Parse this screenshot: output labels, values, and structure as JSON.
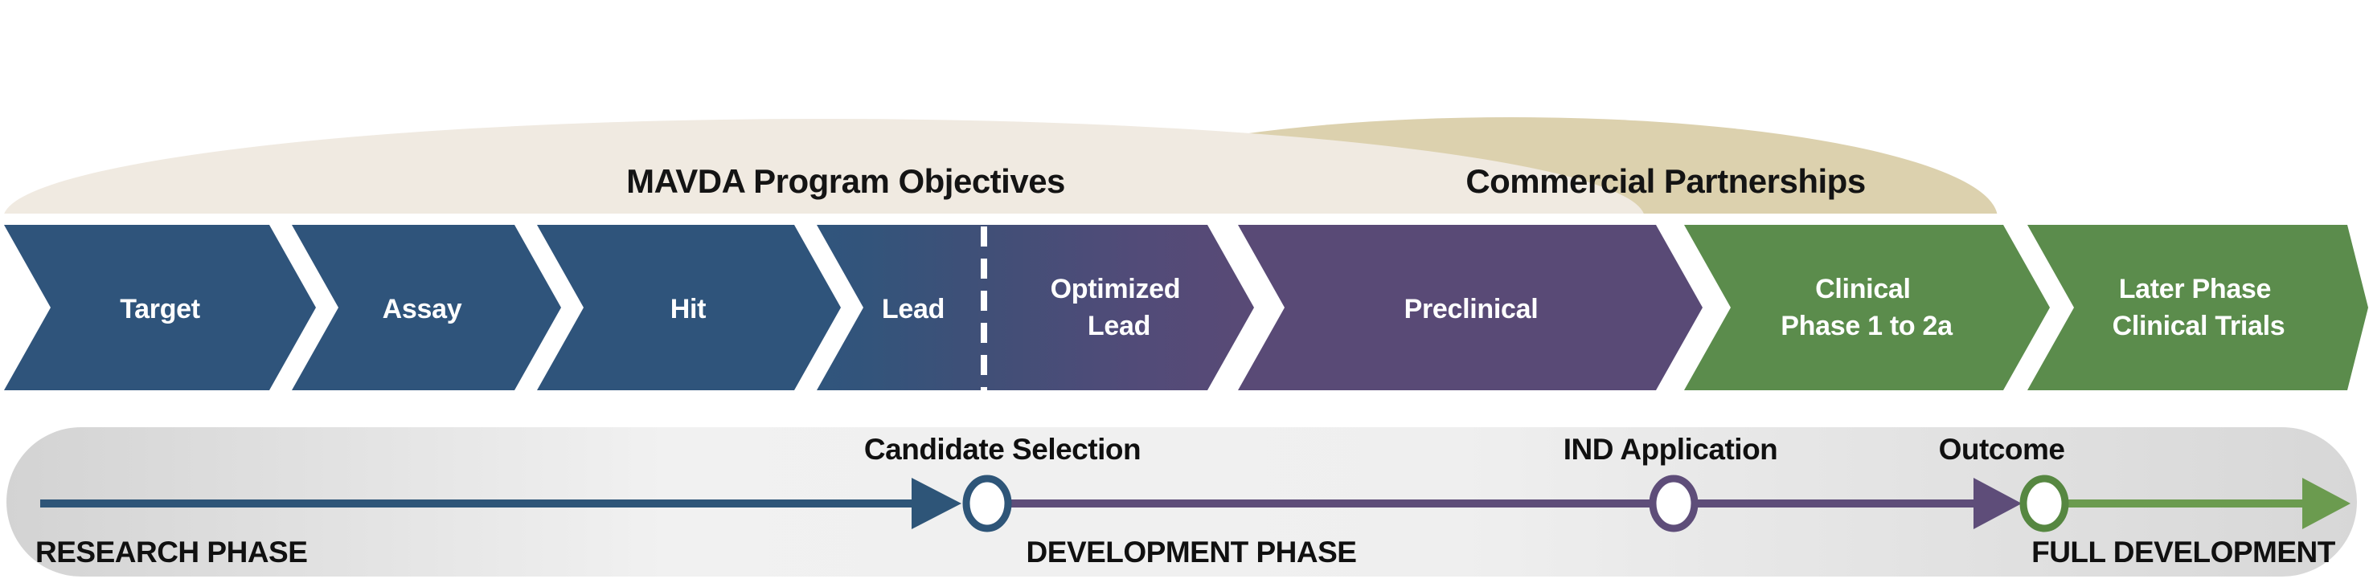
{
  "arcs": {
    "program": {
      "label": "MAVDA Program Objectives",
      "color": "#F0EAE1"
    },
    "commercial": {
      "label": "Commercial Partnerships",
      "color": "#DCD1AE"
    }
  },
  "pipeline": {
    "phases": [
      {
        "id": "target",
        "lines": [
          "Target"
        ],
        "color": "#2F547B"
      },
      {
        "id": "assay",
        "lines": [
          "Assay"
        ],
        "color": "#2F547B"
      },
      {
        "id": "hit",
        "lines": [
          "Hit"
        ],
        "color": "#2F547B"
      },
      {
        "id": "lead",
        "lines": [
          "Lead"
        ],
        "color": "#3A4E76"
      },
      {
        "id": "optimized-lead",
        "lines": [
          "Optimized",
          "Lead"
        ],
        "color": "#594A76"
      },
      {
        "id": "preclinical",
        "lines": [
          "Preclinical"
        ],
        "color": "#594A76"
      },
      {
        "id": "clinical-phase",
        "lines": [
          "Clinical",
          "Phase 1 to 2a"
        ],
        "color": "#5B8C4C"
      },
      {
        "id": "later-phase",
        "lines": [
          "Later Phase",
          "Clinical Trials"
        ],
        "color": "#5B8C4C"
      }
    ]
  },
  "timeline": {
    "milestones": [
      {
        "label": "Candidate Selection",
        "ring_color": "#2E5578"
      },
      {
        "label": "IND Application",
        "ring_color": "#5E4D79"
      },
      {
        "label": "Outcome",
        "ring_color": "#568741"
      }
    ],
    "phase_labels": [
      {
        "label": "RESEARCH PHASE",
        "line_color": "#2E5578"
      },
      {
        "label": "DEVELOPMENT PHASE",
        "line_color": "#5E4D79"
      },
      {
        "label": "FULL DEVELOPMENT",
        "line_color": "#6B9B4F"
      }
    ]
  },
  "colors": {
    "chevron_blue": "#2F547B",
    "chevron_purple": "#594A76",
    "chevron_green": "#5B8C4C",
    "arc_beige": "#F0EAE1",
    "arc_tan": "#DCD1AE",
    "bar_gray_edge": "#D5D5D5",
    "bar_gray_center": "#F0F0F0",
    "line_blue": "#2E5578",
    "line_purple": "#5E4D79",
    "line_green": "#6B9B4F",
    "label_text": "#101010",
    "chevron_text": "#FFFFFF"
  }
}
